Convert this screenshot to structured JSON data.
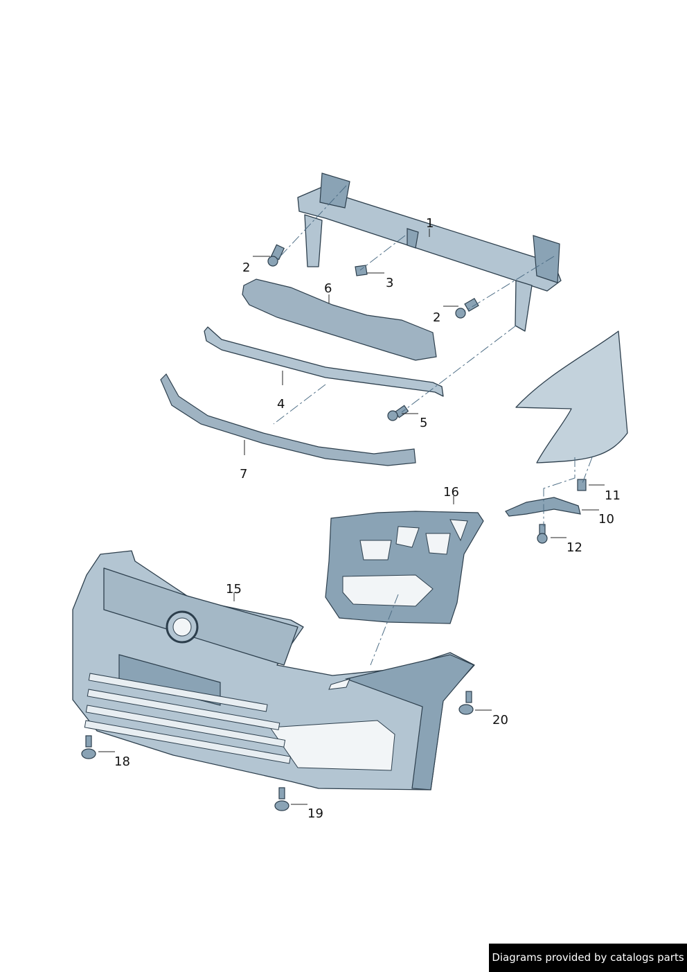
{
  "diagram": {
    "title": "Front bumper exploded parts diagram",
    "callouts": [
      "1",
      "2",
      "3",
      "2",
      "6",
      "4",
      "5",
      "7",
      "16",
      "11",
      "10",
      "12",
      "15",
      "20",
      "18",
      "19"
    ],
    "colors": {
      "part": "#b3c5d2",
      "shade": "#8aa3b5",
      "outline": "#2c3e4c"
    }
  },
  "footer": {
    "text": "Diagrams provided by catalogs parts"
  }
}
